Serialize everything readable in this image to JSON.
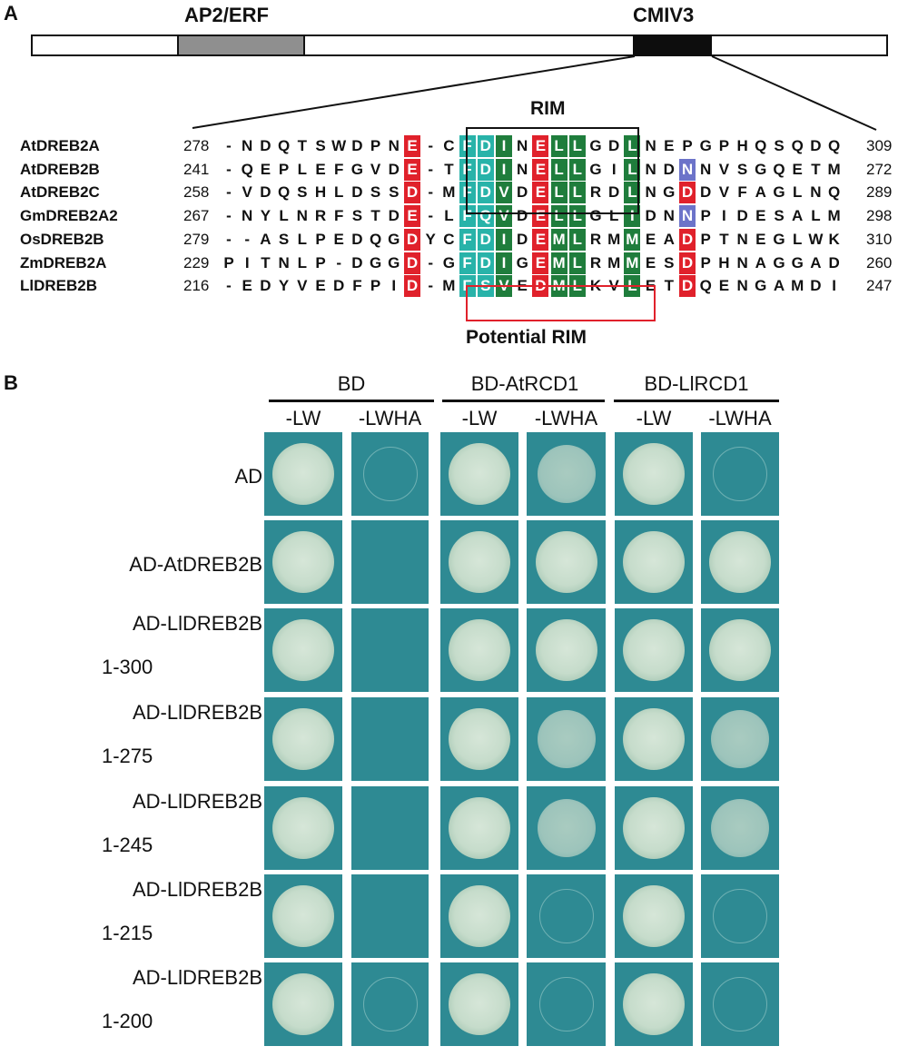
{
  "panel_a": {
    "letter": "A",
    "domains": [
      {
        "name": "AP2/ERF",
        "color": "#8f8f8f"
      },
      {
        "name": "CMIV3",
        "color": "#0d0d0d"
      }
    ],
    "rim_label": "RIM",
    "potential_rim_label": "Potential RIM",
    "alignment": [
      {
        "name": "AtDREB2A",
        "start": "278",
        "end": "309",
        "residues": [
          "-",
          "N",
          "D",
          "Q",
          "T",
          "S",
          "W",
          "D",
          "P",
          "N",
          "E",
          "-",
          "C",
          "F",
          "D",
          "I",
          "N",
          "E",
          "L",
          "L",
          "G",
          "D",
          "L",
          "N",
          "E",
          "P",
          "G",
          "P",
          "H",
          "Q",
          "S",
          "Q",
          "D",
          "Q"
        ]
      },
      {
        "name": "AtDREB2B",
        "start": "241",
        "end": "272",
        "residues": [
          "-",
          "Q",
          "E",
          "P",
          "L",
          "E",
          "F",
          "G",
          "V",
          "D",
          "E",
          "-",
          "T",
          "F",
          "D",
          "I",
          "N",
          "E",
          "L",
          "L",
          "G",
          "I",
          "L",
          "N",
          "D",
          "N",
          "N",
          "V",
          "S",
          "G",
          "Q",
          "E",
          "T",
          "M"
        ]
      },
      {
        "name": "AtDREB2C",
        "start": "258",
        "end": "289",
        "residues": [
          "-",
          "V",
          "D",
          "Q",
          "S",
          "H",
          "L",
          "D",
          "S",
          "S",
          "D",
          "-",
          "M",
          "F",
          "D",
          "V",
          "D",
          "E",
          "L",
          "L",
          "R",
          "D",
          "L",
          "N",
          "G",
          "D",
          "D",
          "V",
          "F",
          "A",
          "G",
          "L",
          "N",
          "Q"
        ]
      },
      {
        "name": "GmDREB2A2",
        "start": "267",
        "end": "298",
        "residues": [
          "-",
          "N",
          "Y",
          "L",
          "N",
          "R",
          "F",
          "S",
          "T",
          "D",
          "E",
          "-",
          "L",
          "F",
          "Q",
          "V",
          "D",
          "E",
          "L",
          "L",
          "G",
          "L",
          "I",
          "D",
          "N",
          "N",
          "P",
          "I",
          "D",
          "E",
          "S",
          "A",
          "L",
          "M"
        ]
      },
      {
        "name": "OsDREB2B",
        "start": "279",
        "end": "310",
        "residues": [
          "-",
          "-",
          "A",
          "S",
          "L",
          "P",
          "E",
          "D",
          "Q",
          "G",
          "D",
          "Y",
          "C",
          "F",
          "D",
          "I",
          "D",
          "E",
          "M",
          "L",
          "R",
          "M",
          "M",
          "E",
          "A",
          "D",
          "P",
          "T",
          "N",
          "E",
          "G",
          "L",
          "W",
          "K"
        ]
      },
      {
        "name": "ZmDREB2A",
        "start": "229",
        "end": "260",
        "residues": [
          "P",
          "I",
          "T",
          "N",
          "L",
          "P",
          "-",
          "D",
          "G",
          "G",
          "D",
          "-",
          "G",
          "F",
          "D",
          "I",
          "G",
          "E",
          "M",
          "L",
          "R",
          "M",
          "M",
          "E",
          "S",
          "D",
          "P",
          "H",
          "N",
          "A",
          "G",
          "G",
          "A",
          "D"
        ]
      },
      {
        "name": "LlDREB2B",
        "start": "216",
        "end": "247",
        "residues": [
          "-",
          "E",
          "D",
          "Y",
          "V",
          "E",
          "D",
          "F",
          "P",
          "I",
          "D",
          "-",
          "M",
          "F",
          "S",
          "V",
          "E",
          "D",
          "M",
          "L",
          "K",
          "V",
          "L",
          "E",
          "T",
          "D",
          "Q",
          "E",
          "N",
          "G",
          "A",
          "M",
          "D",
          "I"
        ]
      }
    ],
    "highlights": [
      {
        "row": 0,
        "col": 10,
        "color": "red"
      },
      {
        "row": 1,
        "col": 10,
        "color": "red"
      },
      {
        "row": 2,
        "col": 10,
        "color": "red"
      },
      {
        "row": 3,
        "col": 10,
        "color": "red"
      },
      {
        "row": 4,
        "col": 10,
        "color": "red"
      },
      {
        "row": 5,
        "col": 10,
        "color": "red"
      },
      {
        "row": 6,
        "col": 10,
        "color": "red"
      },
      {
        "row": 0,
        "col": 13,
        "color": "teal"
      },
      {
        "row": 1,
        "col": 13,
        "color": "teal"
      },
      {
        "row": 2,
        "col": 13,
        "color": "teal"
      },
      {
        "row": 3,
        "col": 13,
        "color": "teal"
      },
      {
        "row": 4,
        "col": 13,
        "color": "teal"
      },
      {
        "row": 5,
        "col": 13,
        "color": "teal"
      },
      {
        "row": 6,
        "col": 13,
        "color": "teal"
      },
      {
        "row": 0,
        "col": 14,
        "color": "teal"
      },
      {
        "row": 1,
        "col": 14,
        "color": "teal"
      },
      {
        "row": 2,
        "col": 14,
        "color": "teal"
      },
      {
        "row": 3,
        "col": 14,
        "color": "teal"
      },
      {
        "row": 4,
        "col": 14,
        "color": "teal"
      },
      {
        "row": 5,
        "col": 14,
        "color": "teal"
      },
      {
        "row": 6,
        "col": 14,
        "color": "teal"
      },
      {
        "row": 0,
        "col": 15,
        "color": "green"
      },
      {
        "row": 1,
        "col": 15,
        "color": "green"
      },
      {
        "row": 2,
        "col": 15,
        "color": "green"
      },
      {
        "row": 3,
        "col": 15,
        "color": "green"
      },
      {
        "row": 4,
        "col": 15,
        "color": "green"
      },
      {
        "row": 5,
        "col": 15,
        "color": "green"
      },
      {
        "row": 6,
        "col": 15,
        "color": "green"
      },
      {
        "row": 0,
        "col": 17,
        "color": "red"
      },
      {
        "row": 1,
        "col": 17,
        "color": "red"
      },
      {
        "row": 2,
        "col": 17,
        "color": "red"
      },
      {
        "row": 3,
        "col": 17,
        "color": "red"
      },
      {
        "row": 4,
        "col": 17,
        "color": "red"
      },
      {
        "row": 5,
        "col": 17,
        "color": "red"
      },
      {
        "row": 6,
        "col": 17,
        "color": "red"
      },
      {
        "row": 0,
        "col": 18,
        "color": "green"
      },
      {
        "row": 1,
        "col": 18,
        "color": "green"
      },
      {
        "row": 2,
        "col": 18,
        "color": "green"
      },
      {
        "row": 3,
        "col": 18,
        "color": "green"
      },
      {
        "row": 4,
        "col": 18,
        "color": "green"
      },
      {
        "row": 5,
        "col": 18,
        "color": "green"
      },
      {
        "row": 6,
        "col": 18,
        "color": "green"
      },
      {
        "row": 0,
        "col": 19,
        "color": "green"
      },
      {
        "row": 1,
        "col": 19,
        "color": "green"
      },
      {
        "row": 2,
        "col": 19,
        "color": "green"
      },
      {
        "row": 3,
        "col": 19,
        "color": "green"
      },
      {
        "row": 4,
        "col": 19,
        "color": "green"
      },
      {
        "row": 5,
        "col": 19,
        "color": "green"
      },
      {
        "row": 6,
        "col": 19,
        "color": "green"
      },
      {
        "row": 0,
        "col": 22,
        "color": "green"
      },
      {
        "row": 1,
        "col": 22,
        "color": "green"
      },
      {
        "row": 2,
        "col": 22,
        "color": "green"
      },
      {
        "row": 3,
        "col": 22,
        "color": "green"
      },
      {
        "row": 4,
        "col": 22,
        "color": "green"
      },
      {
        "row": 5,
        "col": 22,
        "color": "green"
      },
      {
        "row": 6,
        "col": 22,
        "color": "green"
      },
      {
        "row": 1,
        "col": 25,
        "color": "blue"
      },
      {
        "row": 3,
        "col": 25,
        "color": "blue"
      },
      {
        "row": 2,
        "col": 25,
        "color": "red"
      },
      {
        "row": 4,
        "col": 25,
        "color": "red"
      },
      {
        "row": 5,
        "col": 25,
        "color": "red"
      },
      {
        "row": 6,
        "col": 25,
        "color": "red"
      }
    ]
  },
  "panel_b": {
    "letter": "B",
    "groups": [
      "BD",
      "BD-AtRCD1",
      "BD-LlRCD1"
    ],
    "columns": [
      "-LW",
      "-LWHA",
      "-LW",
      "-LWHA",
      "-LW",
      "-LWHA"
    ],
    "rows": [
      {
        "label": "AD",
        "sublabel": "",
        "growth": [
          "strong",
          "faint",
          "strong",
          "weak",
          "strong",
          "faint"
        ]
      },
      {
        "label": "AD-AtDREB2B",
        "sublabel": "",
        "growth": [
          "strong",
          "none",
          "strong",
          "strong",
          "strong",
          "strong"
        ]
      },
      {
        "label": "AD-LlDREB2B",
        "sublabel": "1-300",
        "growth": [
          "strong",
          "none",
          "strong",
          "strong",
          "strong",
          "strong"
        ]
      },
      {
        "label": "AD-LlDREB2B",
        "sublabel": "1-275",
        "growth": [
          "strong",
          "none",
          "strong",
          "weak",
          "strong",
          "weak"
        ]
      },
      {
        "label": "AD-LlDREB2B",
        "sublabel": "1-245",
        "growth": [
          "strong",
          "none",
          "strong",
          "weak",
          "strong",
          "weak"
        ]
      },
      {
        "label": "AD-LlDREB2B",
        "sublabel": "1-215",
        "growth": [
          "strong",
          "none",
          "strong",
          "faint",
          "strong",
          "faint"
        ]
      },
      {
        "label": "AD-LlDREB2B",
        "sublabel": "1-200",
        "growth": [
          "strong",
          "faint",
          "strong",
          "faint",
          "strong",
          "faint"
        ]
      }
    ]
  }
}
